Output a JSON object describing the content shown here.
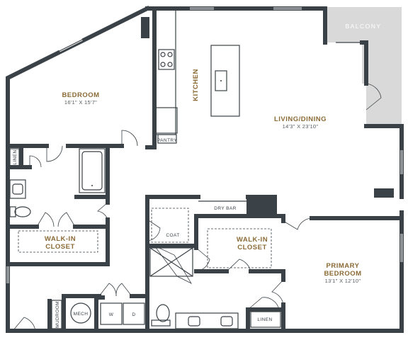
{
  "balcony": {
    "label": "BALCONY",
    "color": "#d9d9d9"
  },
  "rooms": {
    "bedroom": {
      "name": "BEDROOM",
      "dims": "16'1\" X 15'7\""
    },
    "kitchen": {
      "name": "KITCHEN"
    },
    "pantry": {
      "name": "PANTRY"
    },
    "living": {
      "name": "LIVING/DINING",
      "dims": "14'3\" X 23'10\""
    },
    "linen_left": {
      "name": "LINEN"
    },
    "walkin_left": {
      "name": "WALK-IN",
      "name2": "CLOSET"
    },
    "dry_bar": {
      "name": "DRY BAR"
    },
    "coat": {
      "name": "COAT"
    },
    "walkin_right": {
      "name": "WALK-IN",
      "name2": "CLOSET"
    },
    "primary": {
      "name": "PRIMARY",
      "name2": "BEDROOM",
      "dims": "13'1\" X 12'10\""
    },
    "mudroom": {
      "name": "MUDROOM"
    },
    "mech": {
      "name": "MECH"
    },
    "washer": {
      "name": "W"
    },
    "dryer": {
      "name": "D"
    },
    "linen_right": {
      "name": "LINEN"
    }
  },
  "colors": {
    "wall": "#3b4247",
    "label": "#8a6a35"
  }
}
